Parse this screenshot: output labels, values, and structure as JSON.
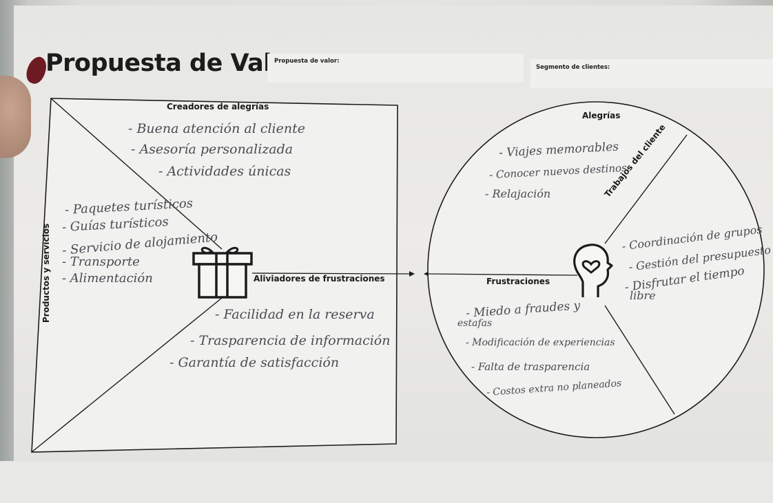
{
  "header": {
    "title": "Propuesta de Valor",
    "propuesta_label": "Propuesta de valor:",
    "segmento_label": "Segmento de clientes:"
  },
  "square": {
    "creadores_label": "Creadores de alegrías",
    "productos_label": "Productos y servicios",
    "aliviadores_label": "Aliviadores de frustraciones",
    "creadores_notes": [
      "- Buena atención al cliente",
      "- Asesoría personalizada",
      "- Actividades únicas"
    ],
    "productos_notes": [
      "- Paquetes turísticos",
      "- Guías turísticos",
      "- Servicio de alojamiento",
      "- Transporte",
      "- Alimentación"
    ],
    "aliviadores_notes": [
      "- Facilidad en la reserva",
      "- Trasparencia de información",
      "- Garantía de satisfacción"
    ]
  },
  "circle": {
    "alegrias_label": "Alegrías",
    "trabajos_label": "Trabajos del cliente",
    "frustraciones_label": "Frustraciones",
    "alegrias_notes": [
      "- Viajes memorables",
      "- Conocer nuevos destinos",
      "- Relajación"
    ],
    "trabajos_notes": [
      "- Coordinación de grupos",
      "- Gestión del presupuesto",
      "- Disfrutar el tiempo",
      "libre"
    ],
    "frustraciones_notes": [
      "- Miedo a fraudes y",
      "estafas",
      "- Modificación de experiencias",
      "- Falta de trasparencia",
      "- Costos extra no planeados"
    ]
  },
  "icons": {
    "gift": "gift-icon",
    "head": "head-heart-icon"
  }
}
